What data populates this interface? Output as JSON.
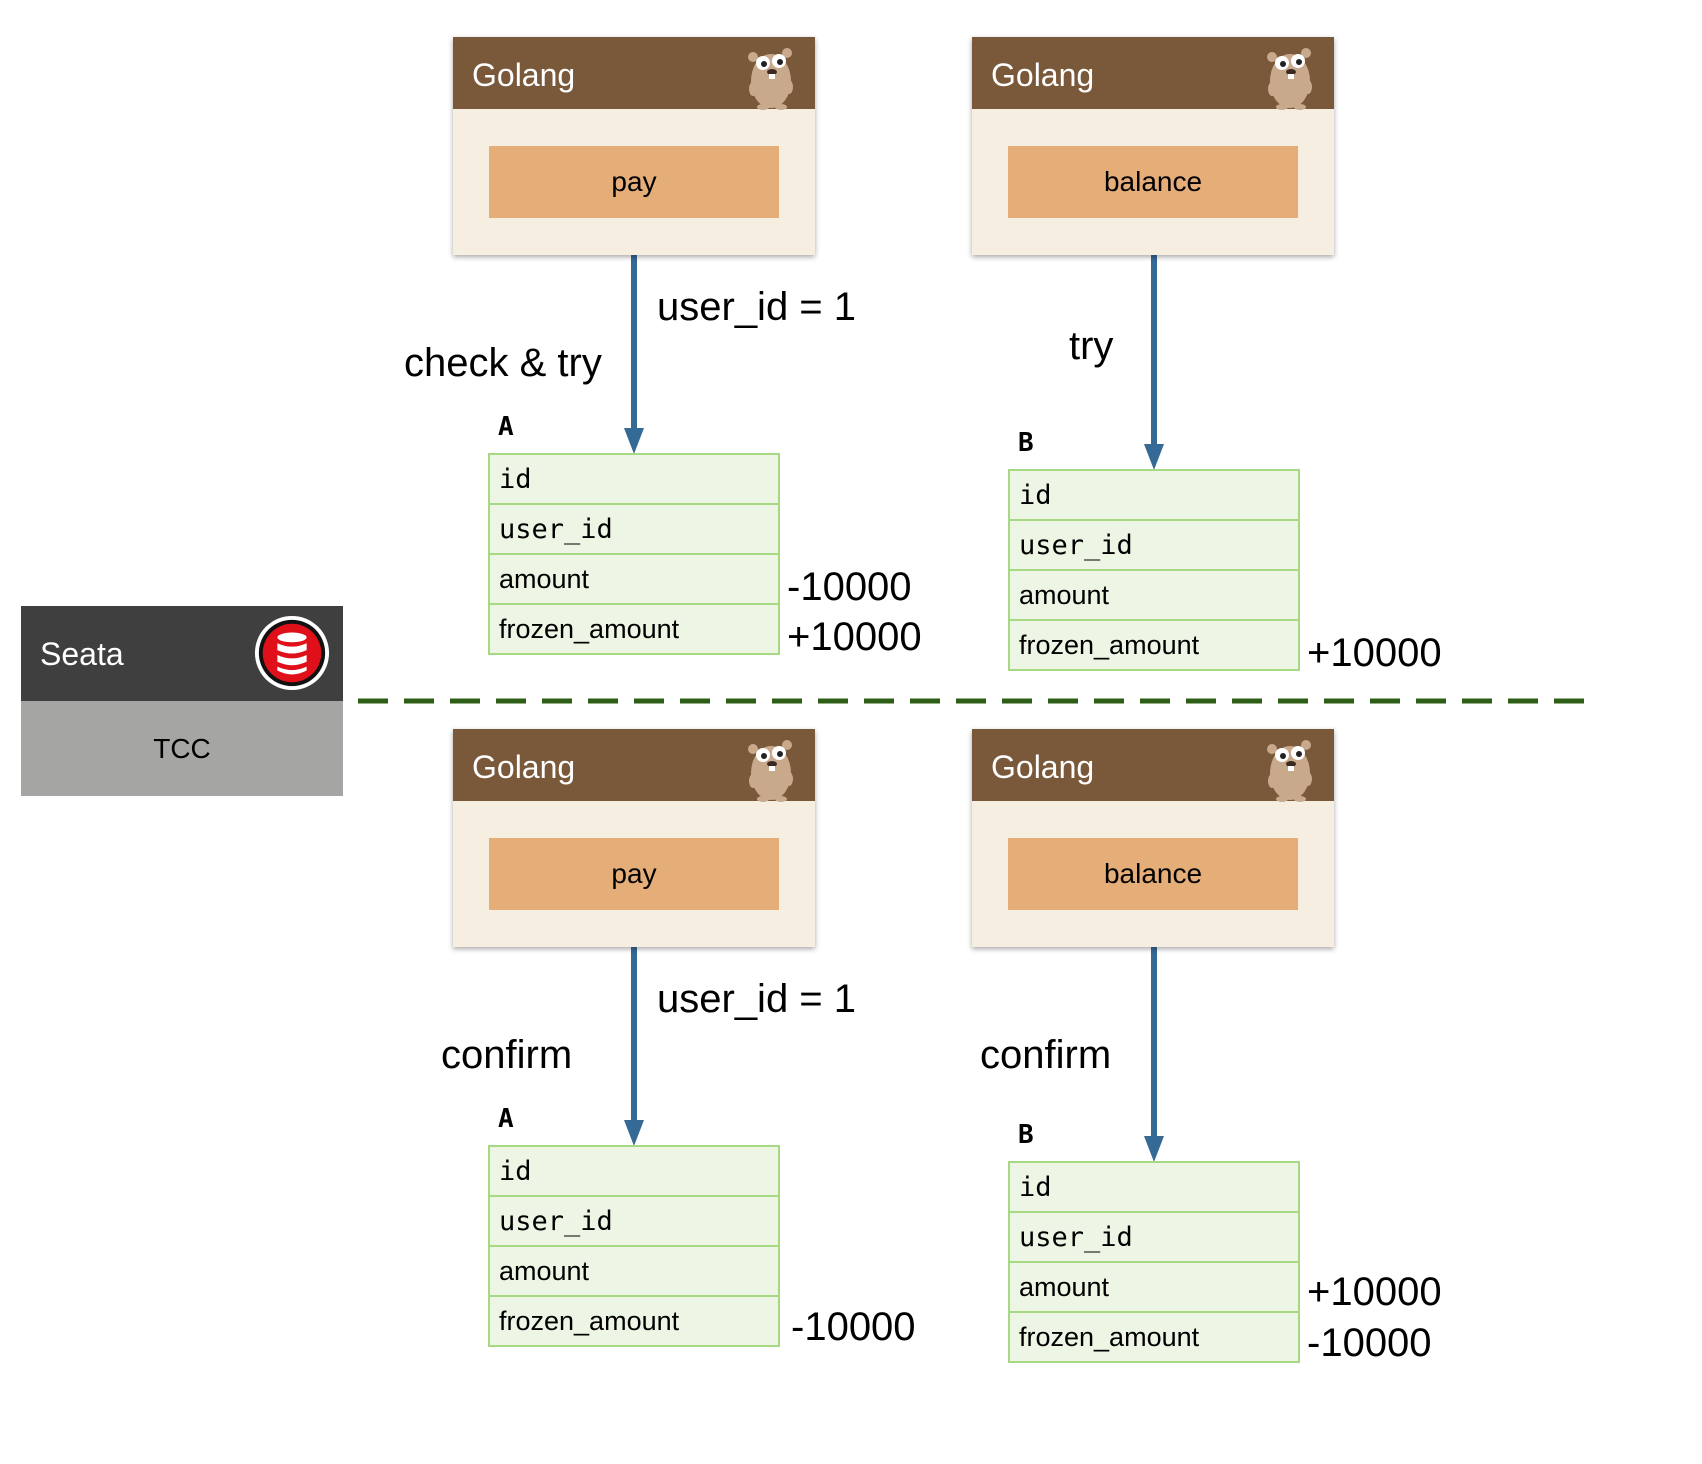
{
  "seata": {
    "title": "Seata",
    "mode": "TCC",
    "logo_icon": "database-icon"
  },
  "phases": [
    {
      "left": {
        "service": {
          "title": "Golang",
          "function": "pay",
          "icon": "gopher-icon"
        },
        "action": "check & try",
        "param": "user_id = 1",
        "table": {
          "name": "A",
          "fields": [
            "id",
            "user_id",
            "amount",
            "frozen_amount"
          ],
          "deltas": {
            "amount": "-10000",
            "frozen_amount": "+10000"
          }
        }
      },
      "right": {
        "service": {
          "title": "Golang",
          "function": "balance",
          "icon": "gopher-icon"
        },
        "action": "try",
        "table": {
          "name": "B",
          "fields": [
            "id",
            "user_id",
            "amount",
            "frozen_amount"
          ],
          "deltas": {
            "frozen_amount": "+10000"
          }
        }
      }
    },
    {
      "left": {
        "service": {
          "title": "Golang",
          "function": "pay",
          "icon": "gopher-icon"
        },
        "action": "confirm",
        "param": "user_id = 1",
        "table": {
          "name": "A",
          "fields": [
            "id",
            "user_id",
            "amount",
            "frozen_amount"
          ],
          "deltas": {
            "frozen_amount": "-10000"
          }
        }
      },
      "right": {
        "service": {
          "title": "Golang",
          "function": "balance",
          "icon": "gopher-icon"
        },
        "action": "confirm",
        "table": {
          "name": "B",
          "fields": [
            "id",
            "user_id",
            "amount",
            "frozen_amount"
          ],
          "deltas": {
            "amount": "+10000",
            "frozen_amount": "-10000"
          }
        }
      }
    }
  ],
  "colors": {
    "service_header": "#7a593b",
    "service_body": "#f6eee1",
    "function_box": "#e5ad78",
    "table_border": "#a6d982",
    "table_fill": "#edf6e5",
    "arrow": "#356a96",
    "divider": "#2d5e16",
    "seata_header": "#3f3f3f",
    "seata_body": "#a5a5a3"
  }
}
